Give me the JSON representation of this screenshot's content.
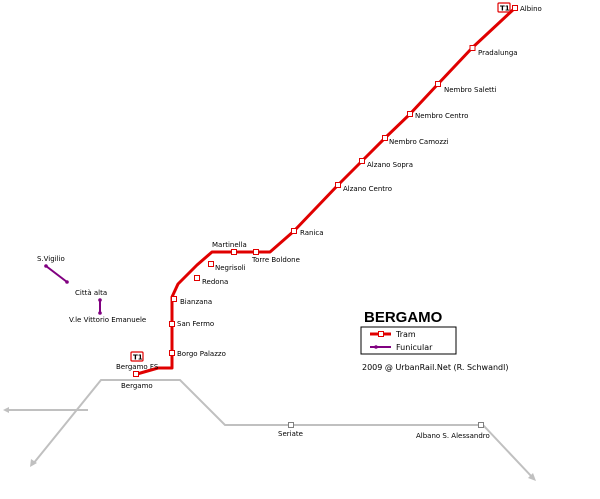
{
  "map": {
    "title": "BERGAMO",
    "credit": "2009 @ UrbanRail.Net (R. Schwandl)",
    "line_badge": "T1",
    "colors": {
      "tram": "#e00000",
      "funicular": "#800080",
      "rail": "#c0c0c0",
      "background": "#ffffff"
    },
    "legend": {
      "tram": "Tram",
      "funicular": "Funicular"
    },
    "tram_stations": [
      "Albino",
      "Pradalunga",
      "Nembro Saletti",
      "Nembro Centro",
      "Nembro Camozzi",
      "Alzano Sopra",
      "Alzano Centro",
      "Ranica",
      "Torre Boldone",
      "Martinella",
      "Negrisoli",
      "Redona",
      "Bianzana",
      "San Fermo",
      "Borgo Palazzo",
      "Bergamo FS"
    ],
    "funiculars": [
      {
        "upper": "S.Vigilio",
        "lower": "Città alta"
      },
      {
        "upper": "Città alta",
        "lower": "V.le Vittorio Emanuele"
      }
    ],
    "rail_stations": [
      "Bergamo",
      "Seriate",
      "Albano S. Alessandro"
    ]
  }
}
